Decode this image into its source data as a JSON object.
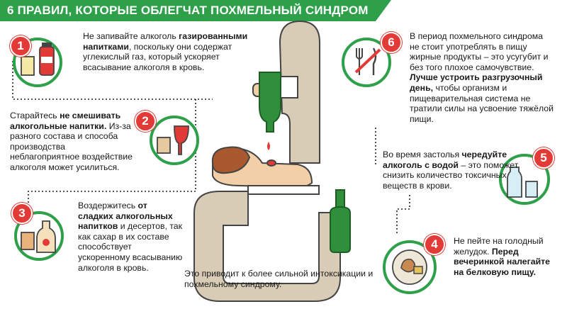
{
  "title": "6 ПРАВИЛ, КОТОРЫЕ ОБЛЕГЧАТ ПОХМЕЛЬНЫЙ СИНДРОМ",
  "colors": {
    "green": "#2ea04a",
    "red": "#e23b37",
    "skin": "#f2cfa7",
    "hair": "#a85a2e",
    "bottle": "#2f8f3b",
    "pipe": "#d9ccb6"
  },
  "rules": [
    {
      "num": "1",
      "icon": "soda-bottle-glass-icon",
      "pre": "Не запивайте алкоголь ",
      "bold": "газированными напитками",
      "post": ", поскольку они содержат углекислый газ, который ускоряет всасывание алкоголя в кровь."
    },
    {
      "num": "2",
      "icon": "wine-whisky-glasses-icon",
      "pre": "Старайтесь ",
      "bold": "не смешивать алкогольные напитки.",
      "post": " Из-за разного состава и способа производства неблагоприятное воздействие алкоголя может усилиться."
    },
    {
      "num": "3",
      "icon": "liqueur-bottles-icon",
      "pre": "Воздержитесь ",
      "bold": "от сладких алкогольных напитков",
      "post": " и десертов, так как сахар в их составе способствует ускоренному всасыванию алкоголя в кровь."
    },
    {
      "num": "4",
      "icon": "meat-plate-icon",
      "pre": "Не пейте на голодный желудок. ",
      "bold": "Перед вечеринкой налегайте на белковую пищу.",
      "post": ""
    },
    {
      "num": "5",
      "icon": "water-bottle-glass-icon",
      "pre": "Во время застолья ",
      "bold": "чередуйте алкоголь с водой",
      "post": " – это поможет снизить количество токсичных веществ в крови."
    },
    {
      "num": "6",
      "icon": "no-food-fork-knife-icon",
      "pre": "В период похмельного синдрома не стоит употреблять в пищу жирные продукты – это усугубит и без того плохое самочувствие. ",
      "bold": "Лучше устроить разгрузочный день,",
      "post": " чтобы организм и пищеварительная система не тратили силы на усвоение тяжёлой пищи."
    }
  ],
  "bottom_caption": "Это приводит к более сильной интоксикации и похмельному синдрому."
}
